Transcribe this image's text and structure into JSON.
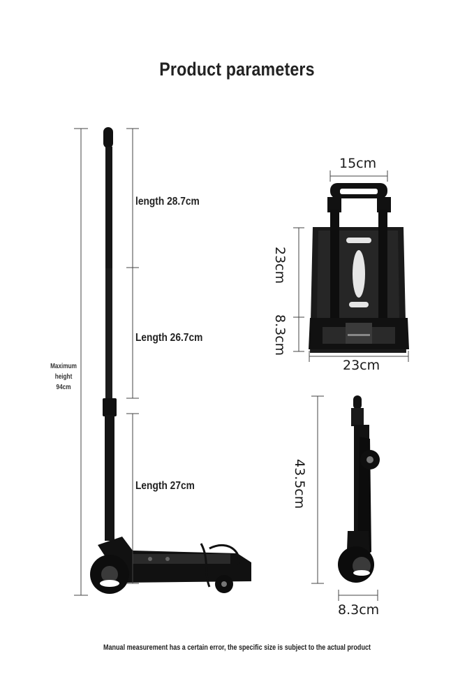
{
  "title": "Product parameters",
  "side_view": {
    "max_height_label": [
      "Maximum",
      "height",
      "94cm"
    ],
    "segments": [
      {
        "label": "length 28.7cm"
      },
      {
        "label": "Length 26.7cm"
      },
      {
        "label": "Length 27cm"
      }
    ]
  },
  "front_view": {
    "top_width": "15cm",
    "plate_height": "23cm",
    "base_height": "8.3cm",
    "bottom_width": "23cm"
  },
  "folded_view": {
    "height": "43.5cm",
    "depth": "8.3cm"
  },
  "footer": "Manual measurement has a certain error, the specific size is subject to the actual product"
}
